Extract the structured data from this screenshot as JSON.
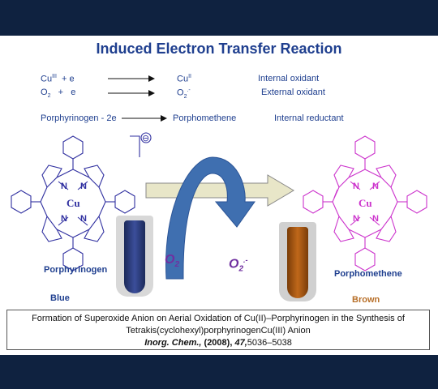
{
  "title": "Induced Electron Transfer  Reaction",
  "equations": [
    {
      "left": "CuIII  + e",
      "right": "CuII",
      "role": "Internal oxidant"
    },
    {
      "left": "O2   +  e",
      "right": "O2-",
      "role": "External oxidant"
    },
    {
      "left": "Porphyrinogen  - 2e",
      "right": "Porphomethene",
      "role": "Internal reductant"
    }
  ],
  "structure_left": {
    "metal": "Cu",
    "atoms": [
      "N",
      "N",
      "N",
      "N"
    ],
    "charge": "⊖",
    "name": "Porphyrinogen",
    "color_label": "Blue",
    "line_color": "#3030a0"
  },
  "structure_right": {
    "metal": "Cu",
    "atoms": [
      "N",
      "N",
      "N",
      "N"
    ],
    "name": "Porphomethene",
    "color_label": "Brown",
    "line_color": "#cc33cc"
  },
  "o2_in": "O2",
  "o2_out": "O2-",
  "caption": {
    "line1": "Formation of Superoxide Anion on Aerial Oxidation of Cu(II)–Porphyrinogen in the Synthesis of",
    "line2": "Tetrakis(cyclohexyl)porphyrinogenCu(III) Anion",
    "journal": "Inorg. Chem.,",
    "year": "(2008),",
    "volume": "47,",
    "pages": "5036–5038"
  },
  "colors": {
    "background": "#0f2240",
    "title": "#1f3f8f",
    "blue_solution": "#2b3a7a",
    "brown_solution": "#a0520f",
    "arrow_fill": "#e8e6c8",
    "curved_arrow": "#3f6fb0"
  }
}
